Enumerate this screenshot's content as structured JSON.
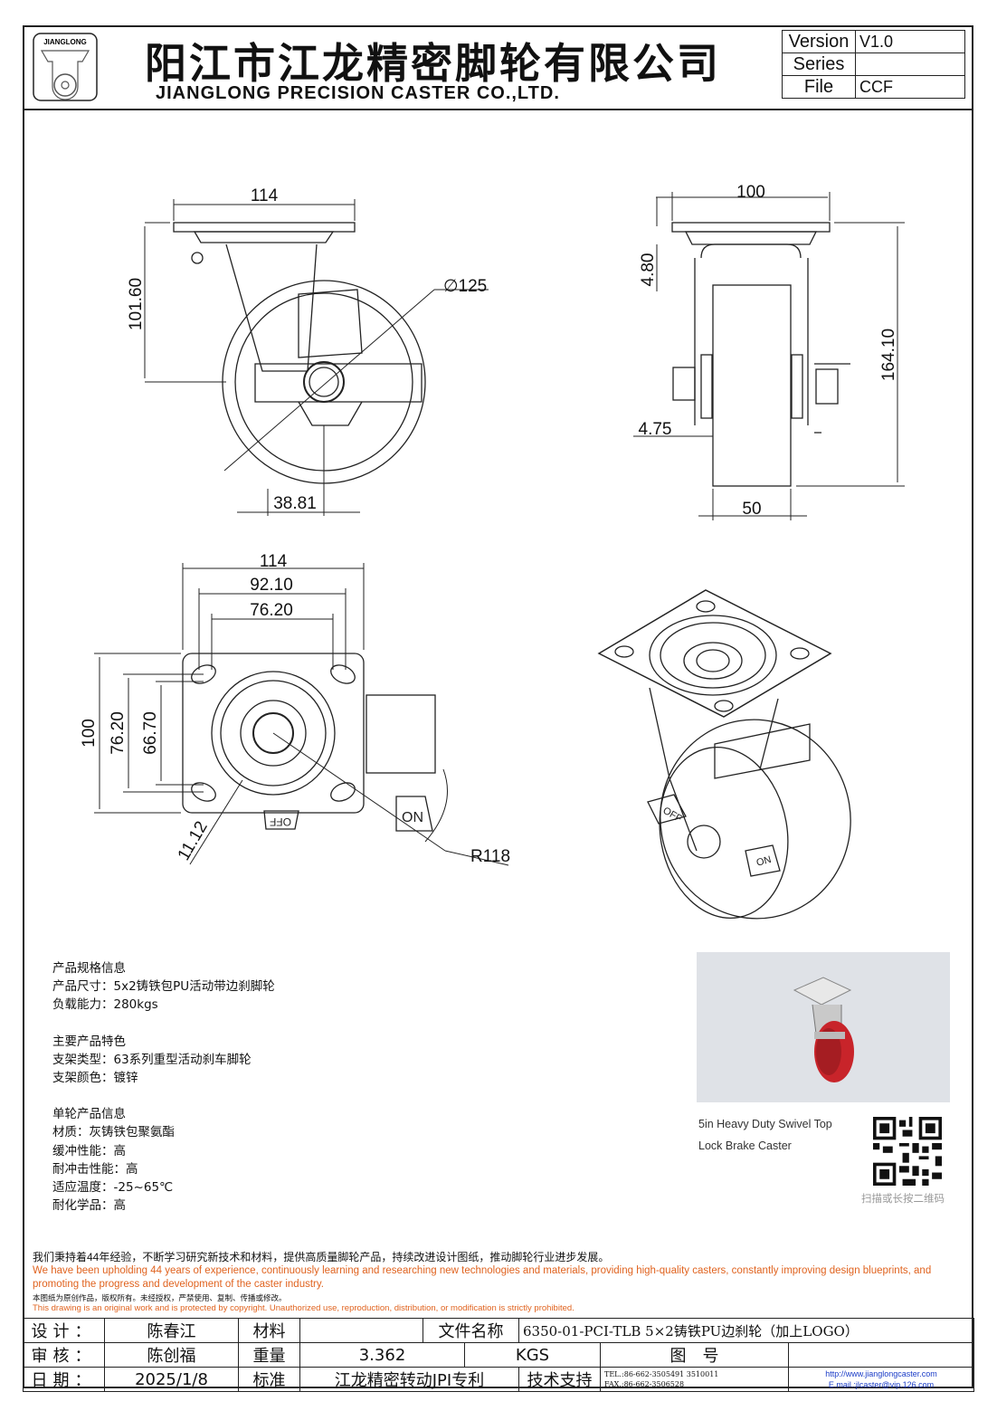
{
  "header": {
    "logo_text": "JIANGLONG",
    "title_cn": "阳江市江龙精密脚轮有限公司",
    "title_en": "JIANGLONG PRECISION CASTER CO.,LTD.",
    "version_label": "Version",
    "version_value": "V1.0",
    "series_label": "Series",
    "series_value": "",
    "file_label": "File",
    "file_value": "CCF"
  },
  "dimensions": {
    "side_width": "114",
    "side_height": "101.60",
    "wheel_dia": "∅125",
    "offset": "38.81",
    "front_width": "100",
    "front_top": "4.80",
    "front_height": "164.10",
    "front_gap": "4.75",
    "wheel_width": "50",
    "top_width": "114",
    "hole_outer": "92.10",
    "hole_inner": "76.20",
    "top_height": "100",
    "top_h1": "76.20",
    "top_h2": "66.70",
    "hole_dia": "11.12",
    "swivel_r": "R118",
    "off_label": "OFF",
    "on_label": "ON"
  },
  "specs": [
    [
      "产品规格信息",
      "产品尺寸：5x2铸铁包PU活动带边刹脚轮",
      "负载能力：280kgs"
    ],
    [
      "主要产品特色",
      "支架类型：63系列重型活动刹车脚轮",
      "支架颜色：镀锌"
    ],
    [
      "单轮产品信息",
      "材质：灰铸铁包聚氨酯",
      "缓冲性能：高",
      "耐冲击性能：高",
      "适应温度：-25~65℃",
      "耐化学品：高"
    ]
  ],
  "product_card": {
    "caption": "5in Heavy Duty Swivel Top Lock Brake Caster",
    "qr_caption": "扫描或长按二维码"
  },
  "notes": {
    "cn": "我们秉持着44年经验，不断学习研究新技术和材料，提供高质量脚轮产品，持续改进设计图纸，推动脚轮行业进步发展。",
    "en": "We have been upholding 44 years of experience, continuously learning and researching new technologies and materials, providing high-quality casters, constantly improving design blueprints, and promoting the progress and development of the caster industry.",
    "copy_cn": "本图纸为原创作品，版权所有。未经授权，严禁使用、复制、传播或修改。",
    "copy_en": "This drawing is an original work and is protected by copyright. Unauthorized use, reproduction, distribution, or modification is strictly prohibited."
  },
  "footer": {
    "design_label": "设计：",
    "designer": "陈春江",
    "material_label": "材料",
    "material": "",
    "filename_label": "文件名称",
    "filename": "6350-01-PCI-TLB 5×2铸铁PU边刹轮（加上LOGO）",
    "review_label": "审核：",
    "reviewer": "陈创福",
    "weight_label": "重量",
    "weight": "3.362",
    "weight_unit": "KGS",
    "drawing_no_label": "图　号",
    "drawing_no": "",
    "date_label": "日期：",
    "date": "2025/1/8",
    "standard_label": "标准",
    "standard": "江龙精密转动JPI专利",
    "support_label": "技术支持",
    "tel": "TEL.:86-662-3505491 3510011",
    "fax": "FAX.:86-662-3506528",
    "website": "http://www.jianglongcaster.com",
    "email": "E.mail.:jlcaster@vip.126.com"
  }
}
